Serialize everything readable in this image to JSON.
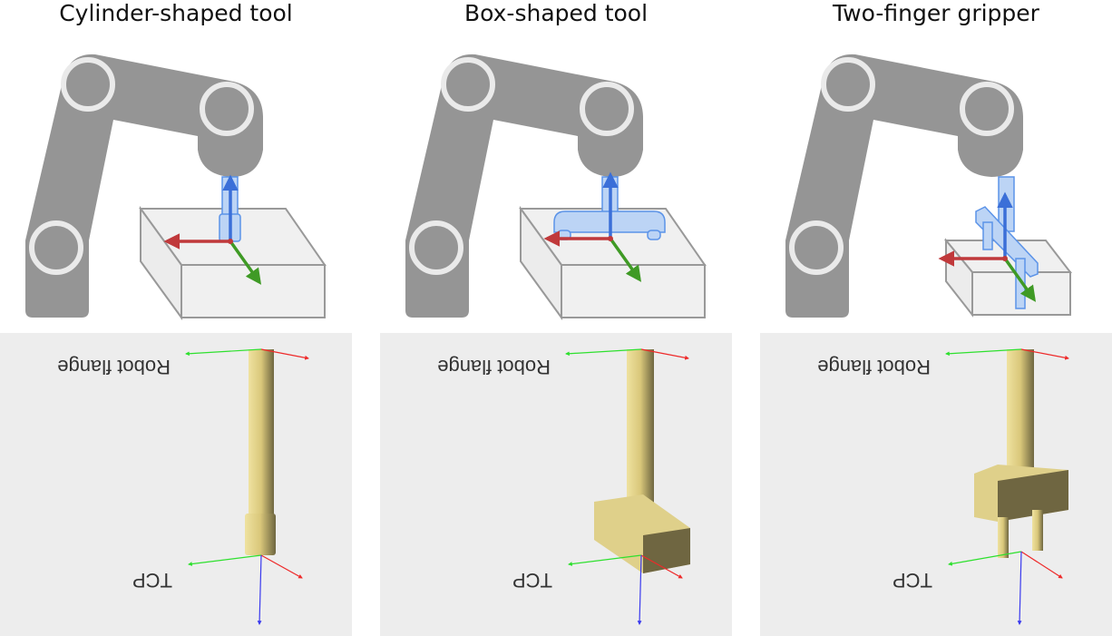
{
  "panels": [
    {
      "title": "Cylinder-shaped tool",
      "tool": "cylinder",
      "flange_label": "Robot flange",
      "tcp_label": "TCP"
    },
    {
      "title": "Box-shaped tool",
      "tool": "box",
      "flange_label": "Robot flange",
      "tcp_label": "TCP"
    },
    {
      "title": "Two-finger gripper",
      "tool": "gripper",
      "flange_label": "Robot flange",
      "tcp_label": "TCP"
    }
  ],
  "colors": {
    "arm": "#959595",
    "joint_ring": "#eaeaea",
    "tool": "#bcd4f5",
    "tool_edge": "#5b93e8",
    "x_axis": "#c0393b",
    "y_axis": "#3f9a25",
    "z_axis": "#3b6fd8",
    "render_bg": "#ededed",
    "render_tool": "#e4d38a"
  }
}
